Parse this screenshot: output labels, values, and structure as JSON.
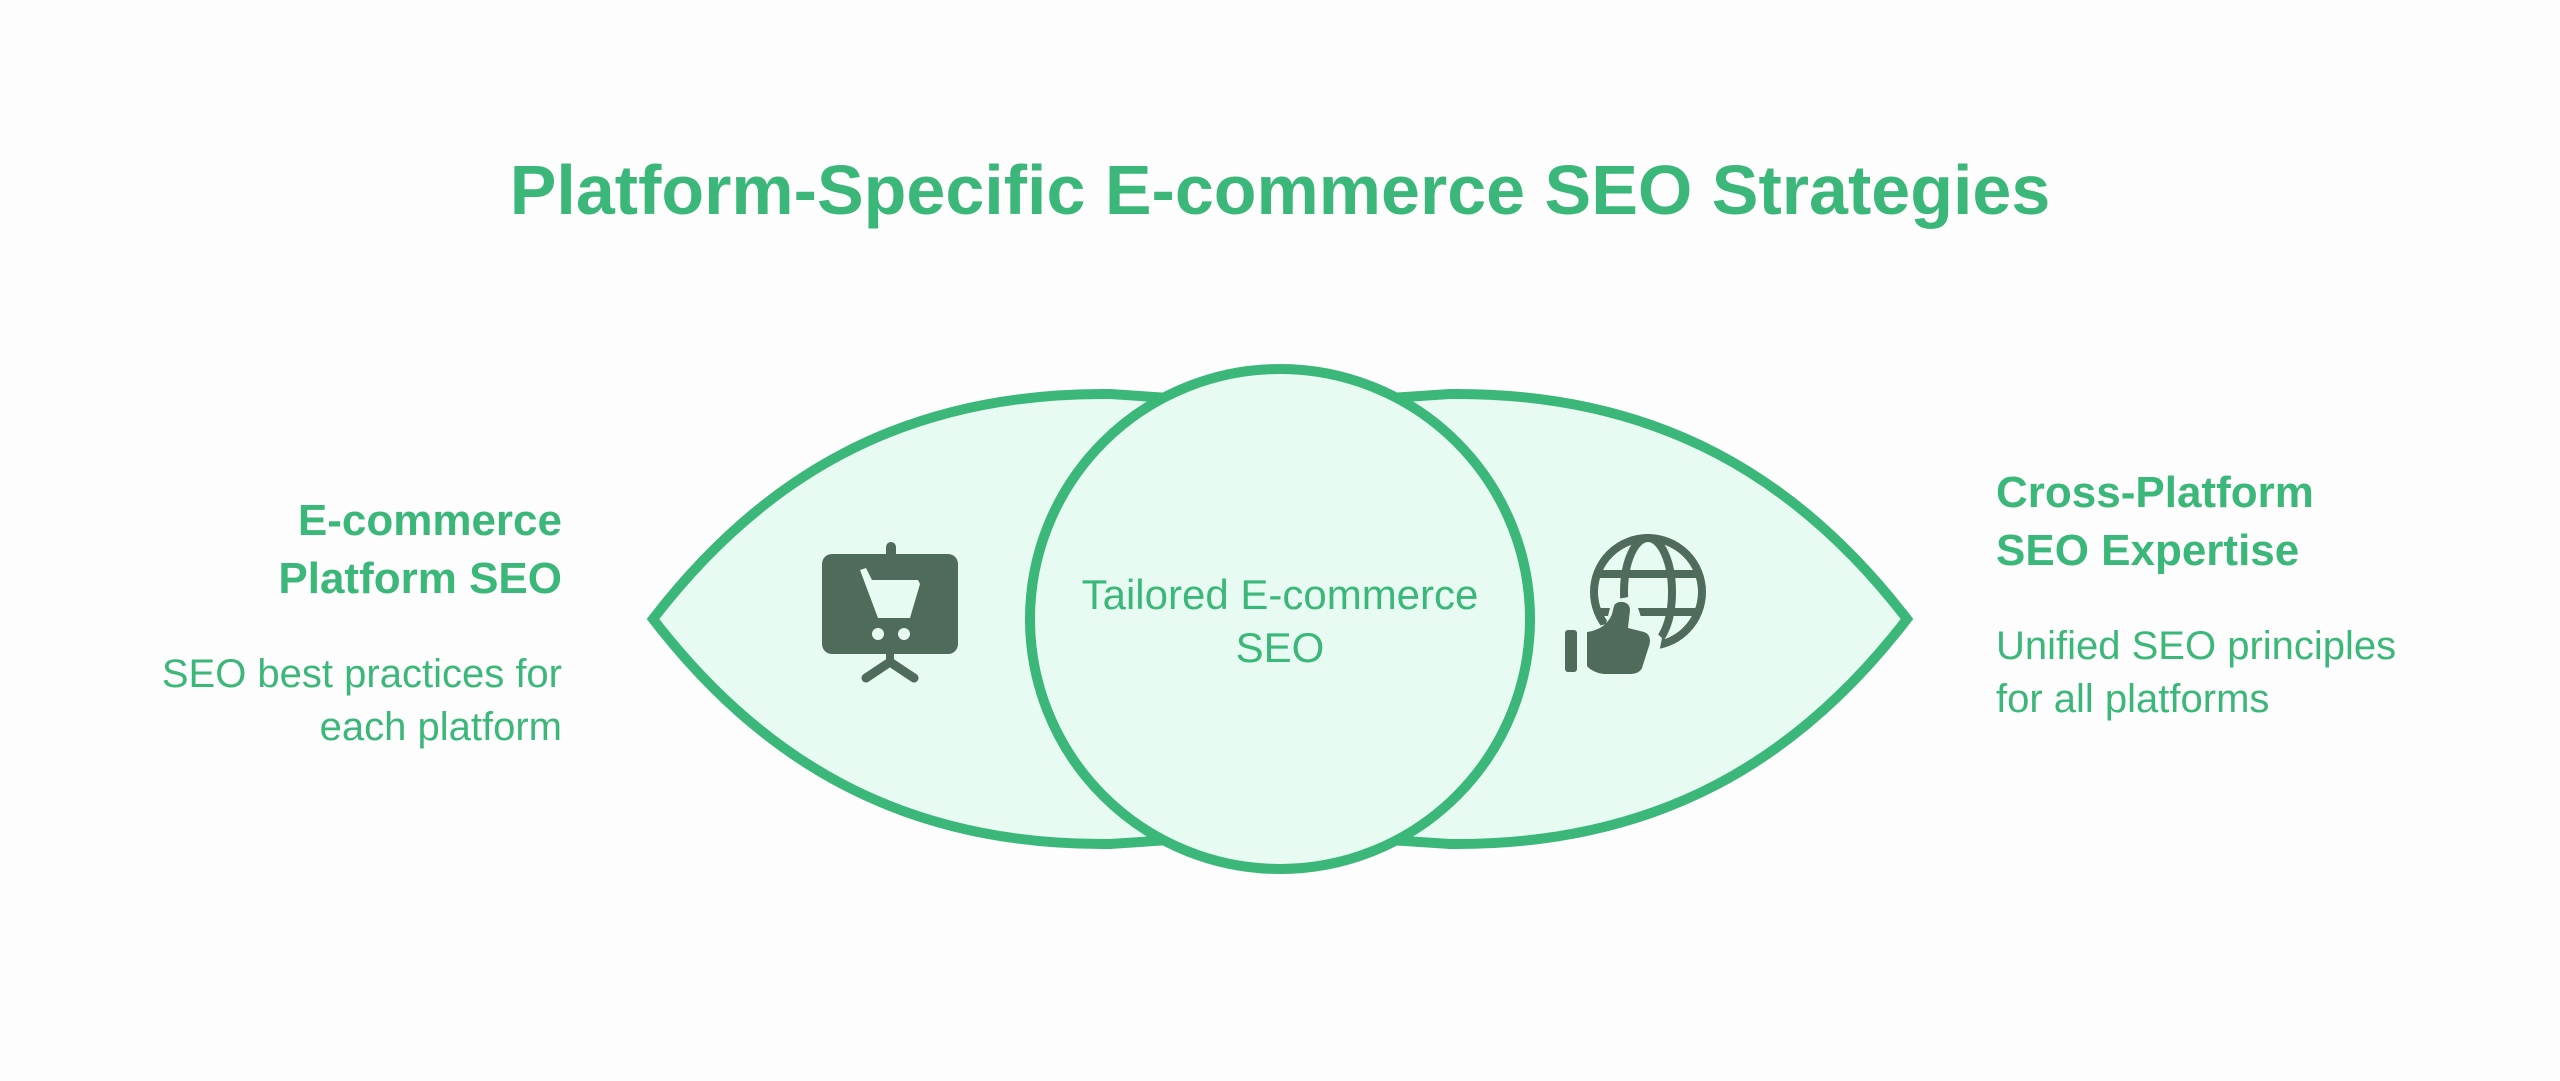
{
  "title": "Platform-Specific E-commerce SEO Strategies",
  "center": {
    "label": "Tailored E-commerce SEO"
  },
  "left": {
    "heading": "E-commerce Platform SEO",
    "description": "SEO best practices for each platform",
    "icon": "shopping-cart-presentation-board-icon"
  },
  "right": {
    "heading": "Cross-Platform SEO Expertise",
    "description": "Unified SEO principles for all platforms",
    "icon": "globe-thumbs-up-icon"
  },
  "colors": {
    "accent": "#3bb77a",
    "fill": "#e8fbf2",
    "icon": "#4f6b5c",
    "background": "#fdfdfd"
  }
}
